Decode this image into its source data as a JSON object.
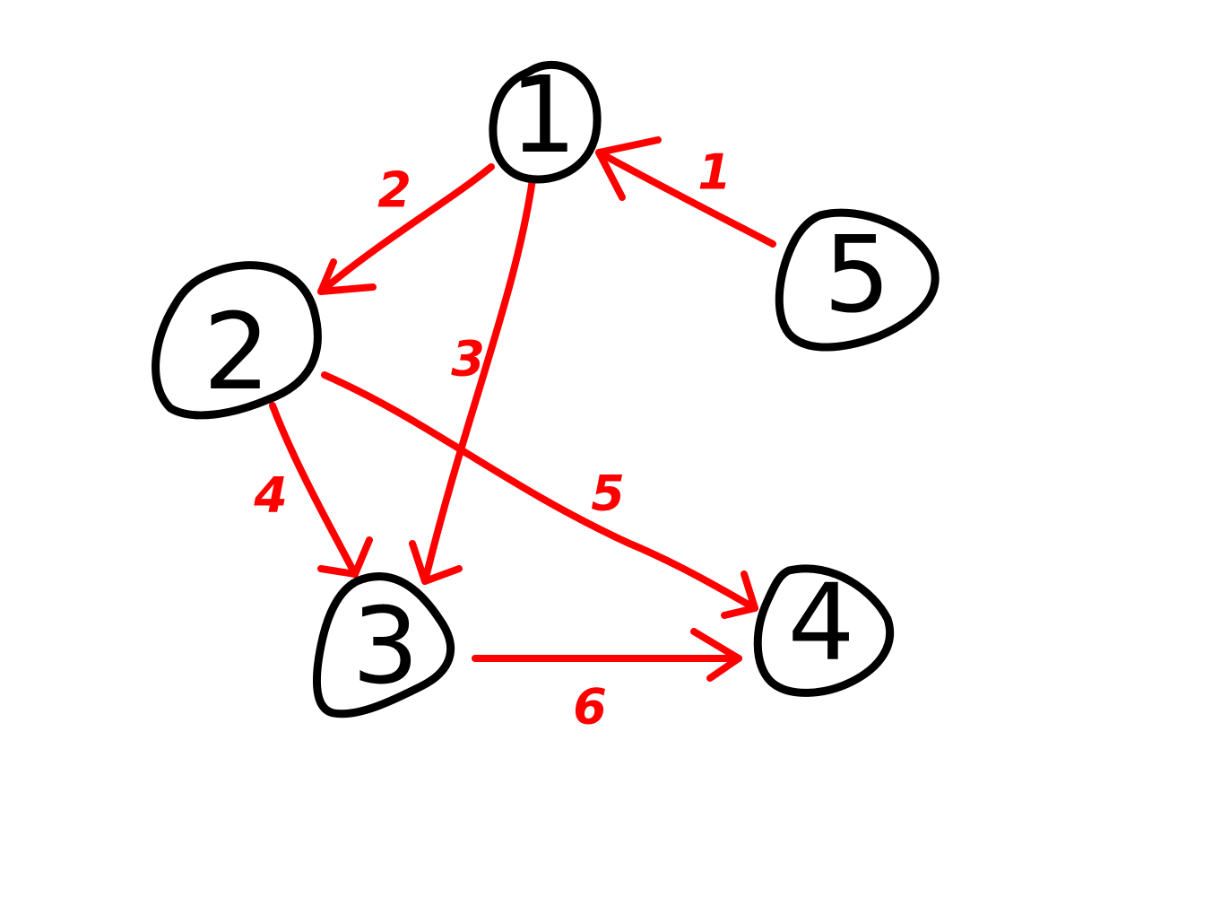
{
  "colors": {
    "node": "#000000",
    "edge": "#ff0000",
    "background": "#ffffff"
  },
  "nodes": [
    {
      "id": "1",
      "label": "1"
    },
    {
      "id": "2",
      "label": "2"
    },
    {
      "id": "3",
      "label": "3"
    },
    {
      "id": "4",
      "label": "4"
    },
    {
      "id": "5",
      "label": "5"
    }
  ],
  "edges": [
    {
      "from": "5",
      "to": "1",
      "weight": "1"
    },
    {
      "from": "1",
      "to": "2",
      "weight": "2"
    },
    {
      "from": "1",
      "to": "3",
      "weight": "3"
    },
    {
      "from": "2",
      "to": "3",
      "weight": "4"
    },
    {
      "from": "2",
      "to": "4",
      "weight": "5"
    },
    {
      "from": "3",
      "to": "4",
      "weight": "6"
    }
  ]
}
